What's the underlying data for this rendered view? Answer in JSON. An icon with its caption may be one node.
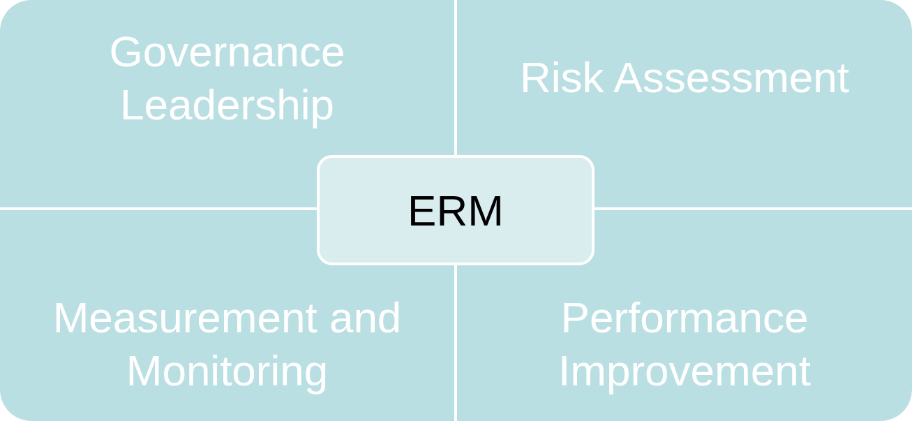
{
  "diagram": {
    "nodes": [
      {
        "text": [
          "Governance Leadership"
        ]
      },
      {
        "text": [
          "Risk Assessment"
        ]
      },
      {
        "text": [
          "Measurement and Monitoring"
        ]
      },
      {
        "text": [
          "Performance Improvement"
        ]
      },
      {
        "text": [
          "ERM"
        ]
      }
    ]
  }
}
